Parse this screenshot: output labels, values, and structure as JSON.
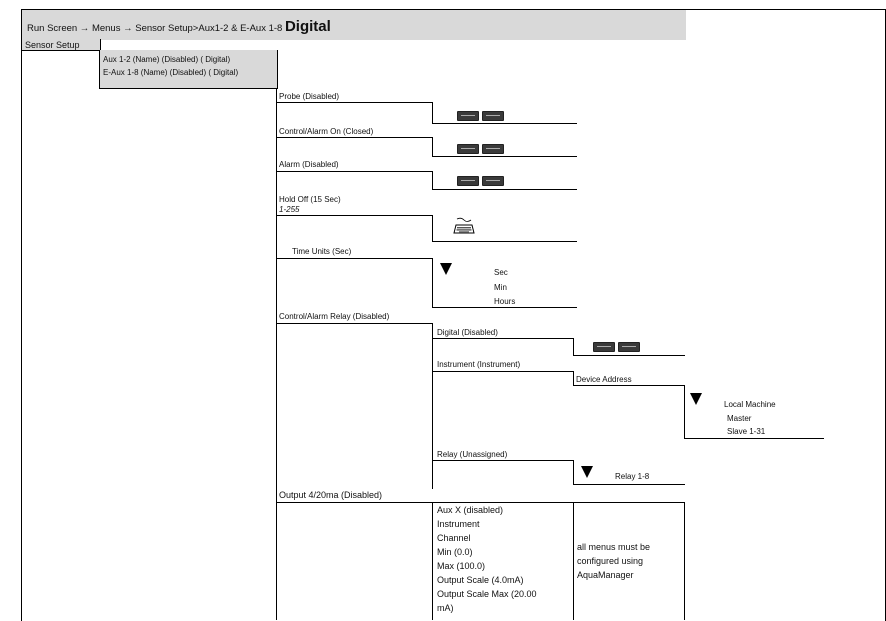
{
  "breadcrumb": {
    "path": "Run Screen → Menus → Sensor Setup>Aux1-2 & E-Aux 1-8 ",
    "bold": "Digital"
  },
  "sensor_setup": "Sensor Setup",
  "aux_menu": {
    "line1": "Aux 1-2 (Name) (Disabled) ( Digital)",
    "line2": "E-Aux 1-8 (Name) (Disabled) ( Digital)"
  },
  "items": {
    "probe": "Probe (Disabled)",
    "control_alarm_on": "Control/Alarm On (Closed)",
    "alarm": "Alarm (Disabled)",
    "hold_off": "Hold Off (15 Sec)",
    "hold_off_range": "1-255",
    "time_units": "Time Units (Sec)",
    "control_alarm_relay": "Control/Alarm Relay (Disabled)",
    "output": "Output 4/20ma (Disabled)"
  },
  "time_units_options": [
    "Sec",
    "Min",
    "Hours"
  ],
  "relay_sub": {
    "digital": "Digital (Disabled)",
    "instrument": "Instrument (Instrument)",
    "device_address": "Device Address",
    "relay": "Relay (Unassigned)",
    "relay_range": "Relay 1-8"
  },
  "device_options": [
    "Local Machine",
    "Master",
    "Slave 1-31"
  ],
  "output_items": [
    "Aux X (disabled)",
    "Instrument",
    "Channel",
    "Min (0.0)",
    "Max (100.0)",
    "Output Scale (4.0mA)",
    "Output Scale Max (20.00",
    "mA)"
  ],
  "note": {
    "line1": "all menus must be",
    "line2": "configured using",
    "line3": "AquaManager"
  },
  "icons": {
    "toggle": "toggle-buttons-icon",
    "keyboard": "keyboard-icon",
    "dropdown": "dropdown-triangle-icon"
  }
}
